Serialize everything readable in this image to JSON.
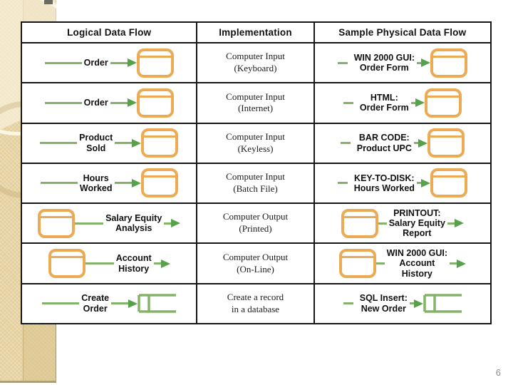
{
  "slide": {
    "page_number": "6"
  },
  "table": {
    "headers": [
      "Logical Data Flow",
      "Implementation",
      "Sample Physical Data Flow"
    ],
    "rows": [
      {
        "logical": {
          "label_lines": [
            "Order"
          ],
          "icon": "window",
          "flow": "in"
        },
        "implementation_lines": [
          "Computer Input",
          "(Keyboard)"
        ],
        "physical": {
          "label_lines": [
            "WIN 2000 GUI:",
            "Order Form"
          ],
          "icon": "window",
          "flow": "in"
        }
      },
      {
        "logical": {
          "label_lines": [
            "Order"
          ],
          "icon": "window",
          "flow": "in"
        },
        "implementation_lines": [
          "Computer Input",
          "(Internet)"
        ],
        "physical": {
          "label_lines": [
            "HTML:",
            "Order Form"
          ],
          "icon": "window",
          "flow": "in"
        }
      },
      {
        "logical": {
          "label_lines": [
            "Product",
            "Sold"
          ],
          "icon": "window",
          "flow": "in"
        },
        "implementation_lines": [
          "Computer Input",
          "(Keyless)"
        ],
        "physical": {
          "label_lines": [
            "BAR CODE:",
            "Product UPC"
          ],
          "icon": "window",
          "flow": "in"
        }
      },
      {
        "logical": {
          "label_lines": [
            "Hours",
            "Worked"
          ],
          "icon": "window",
          "flow": "in"
        },
        "implementation_lines": [
          "Computer Input",
          "(Batch File)"
        ],
        "physical": {
          "label_lines": [
            "KEY-TO-DISK:",
            "Hours Worked"
          ],
          "icon": "window",
          "flow": "in"
        }
      },
      {
        "logical": {
          "label_lines": [
            "Salary Equity",
            "Analysis"
          ],
          "icon": "window",
          "flow": "out"
        },
        "implementation_lines": [
          "Computer Output",
          "(Printed)"
        ],
        "physical": {
          "label_lines": [
            "PRINTOUT:",
            "Salary Equity",
            "Report"
          ],
          "icon": "window",
          "flow": "out"
        }
      },
      {
        "logical": {
          "label_lines": [
            "Account",
            "History"
          ],
          "icon": "window",
          "flow": "out"
        },
        "implementation_lines": [
          "Computer Output",
          "(On-Line)"
        ],
        "physical": {
          "label_lines": [
            "WIN 2000 GUI:",
            "Account",
            "History"
          ],
          "icon": "window",
          "flow": "out"
        }
      },
      {
        "logical": {
          "label_lines": [
            "Create",
            "Order"
          ],
          "icon": "datastore",
          "flow": "in"
        },
        "implementation_lines": [
          "Create a record",
          "in a database"
        ],
        "physical": {
          "label_lines": [
            "SQL Insert:",
            "New Order"
          ],
          "icon": "datastore",
          "flow": "in"
        }
      }
    ]
  },
  "icons": {
    "window": "interface-window-icon",
    "datastore": "data-store-icon",
    "arrow": "flow-arrow-icon"
  },
  "colors": {
    "arrow_line_green": "#85b269",
    "arrow_head_green": "#55a24b",
    "icon_orange": "#edaa55",
    "datastore_green": "#85b269",
    "table_border": "#161616",
    "strip_beige": "#e8d5a5",
    "page_number_gray": "#8f8f85"
  }
}
